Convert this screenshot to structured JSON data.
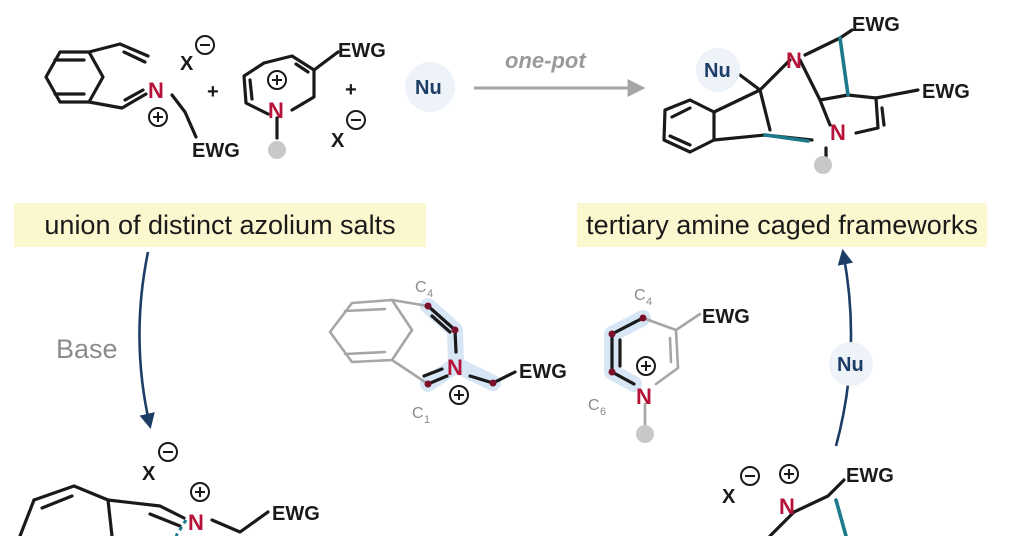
{
  "labels": {
    "x_minus": "X",
    "plus_sign": "+",
    "ewg": "EWG",
    "n_atom": "N",
    "nu": "Nu",
    "one_pot": "one-pot",
    "base": "Base",
    "c1": "C",
    "c1_sub": "1",
    "c4": "C",
    "c4_sub": "4",
    "c6": "C",
    "c6_sub": "6"
  },
  "banners": {
    "left": "union of distinct azolium salts",
    "right": "tertiary amine caged frameworks"
  },
  "colors": {
    "nitrogen": "#b5133a",
    "new_bond": "#1c7a8c",
    "arrow": "#1c3d66",
    "banner_bg": "#fbf7cf",
    "highlight": "#d6e6f5"
  }
}
